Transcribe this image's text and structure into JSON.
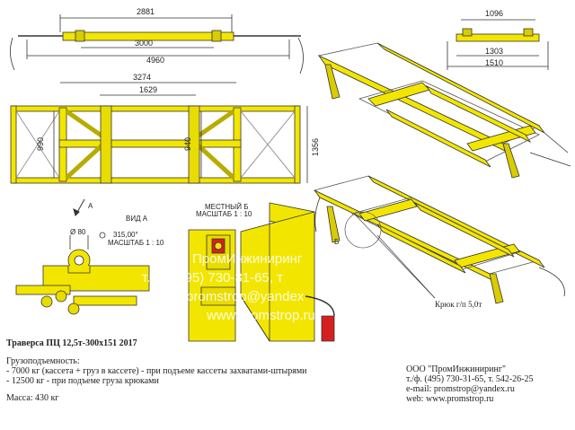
{
  "colors": {
    "frame": "#f2e600",
    "frame_dark": "#b9ac00",
    "line": "#333333",
    "hook_red": "#d62020"
  },
  "dims": {
    "top_2881": "2881",
    "top_3000": "3000",
    "top_4960": "4960",
    "r_1096": "1096",
    "r_1303": "1303",
    "r_1510": "1510",
    "mid_3274": "3274",
    "mid_1629": "1629",
    "mid_990": "990",
    "mid_940": "940",
    "mid_1356": "1356"
  },
  "labels": {
    "arrow_a": "A",
    "view_a": "ВИД А",
    "diameter": "Ø 80",
    "angle": "315,00°",
    "scale_a": "МАСШТАБ 1 : 10",
    "local_b": "МЕСТНЫЙ Б",
    "scale_b": "МАСШТАБ 1 : 10",
    "marker_b": "Б",
    "hook_label": "Крюк г/п 5,0т"
  },
  "watermark": {
    "line1": "ПромИнжиниринг",
    "line2": "т./ф. (495) 730-31-65, т",
    "line3": "e-mail: promstrop@yandex",
    "line4": "www.promstrop.ru"
  },
  "spec": {
    "title": "Траверса ПЦ 12,5т-300х151 2017",
    "capacity_heading": "Грузоподъемность:",
    "capacity_line1": "- 7000 кг (кассета + груз в кассете) - при подъеме кассеты захватами-штырями",
    "capacity_line2": "- 12500 кг - при подъеме груза крюками",
    "mass": "Масса: 430 кг"
  },
  "company": {
    "name": "ООО \"ПромИнжиниринг\"",
    "phone": "т./ф. (495) 730-31-65, т. 542-26-25",
    "email": "e-mail: promstrop@yandex.ru",
    "web": "web:    www.promstrop.ru"
  }
}
